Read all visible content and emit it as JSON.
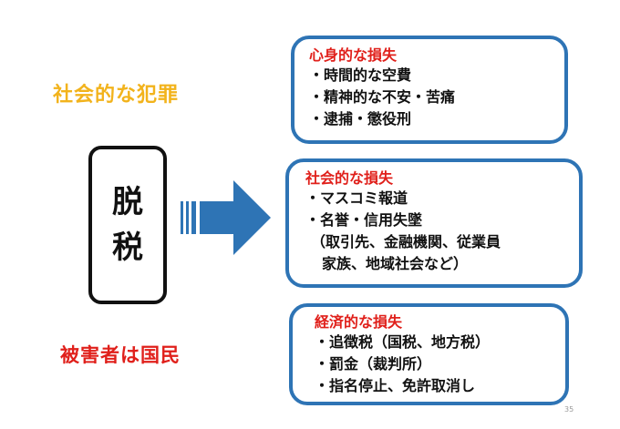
{
  "colors": {
    "crime_label": "#f2b31c",
    "victim_label": "#e0201b",
    "box_border": "#2e74b5",
    "box_title": "#e0201b",
    "arrow_fill": "#2e74b5"
  },
  "left": {
    "crime_label": "社会的な犯罪",
    "tax_chars": [
      "脱",
      "税"
    ],
    "victim_label": "被害者は国民"
  },
  "boxes": [
    {
      "title": "心身的な損失",
      "items": [
        "・時間的な空費",
        "・精神的な不安・苦痛",
        "・逮捕・懲役刑"
      ]
    },
    {
      "title": "社会的な損失",
      "items": [
        "・マスコミ報道",
        "・名誉・信用失墜",
        "（取引先、金融機関、従業員",
        "家族、地域社会など）"
      ]
    },
    {
      "title": "経済的な損失",
      "items": [
        "・追徴税（国税、地方税）",
        "・罰金（裁判所）",
        "・指名停止、免許取消し"
      ]
    }
  ],
  "page_number": "35"
}
